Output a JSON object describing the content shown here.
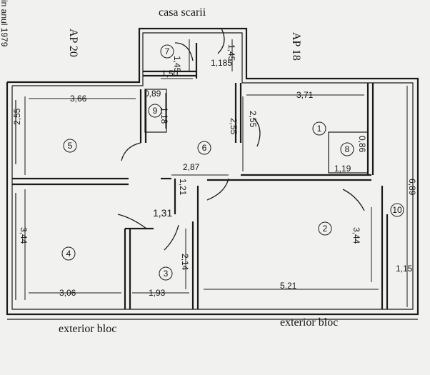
{
  "labels": {
    "stairs": "casa scarii",
    "ap_left": "AP 20",
    "ap_right": "AP 18",
    "exterior_left": "exterior bloc",
    "exterior_right": "exterior bloc",
    "margin_note": "in anul 1979"
  },
  "rooms": [
    {
      "id": "room-7",
      "number": "7"
    },
    {
      "id": "room-9",
      "number": "9"
    },
    {
      "id": "room-5",
      "number": "5"
    },
    {
      "id": "room-6",
      "number": "6"
    },
    {
      "id": "room-1",
      "number": "1"
    },
    {
      "id": "room-8",
      "number": "8"
    },
    {
      "id": "room-4",
      "number": "4"
    },
    {
      "id": "room-3",
      "number": "3"
    },
    {
      "id": "room-2",
      "number": "2"
    },
    {
      "id": "room-10",
      "number": "10"
    }
  ],
  "dimensions": [
    "1,45",
    "1,45",
    "1,185",
    "1,50",
    "0,89",
    "1,18",
    "3,66",
    "2,55",
    "3,71",
    "2,55",
    "2,55",
    "0,86",
    "1,19",
    "2,87",
    "1,21",
    "1,31",
    "2,14",
    "3,44",
    "3,06",
    "1,93",
    "5,21",
    "3,44",
    "6,89",
    "1,15"
  ]
}
